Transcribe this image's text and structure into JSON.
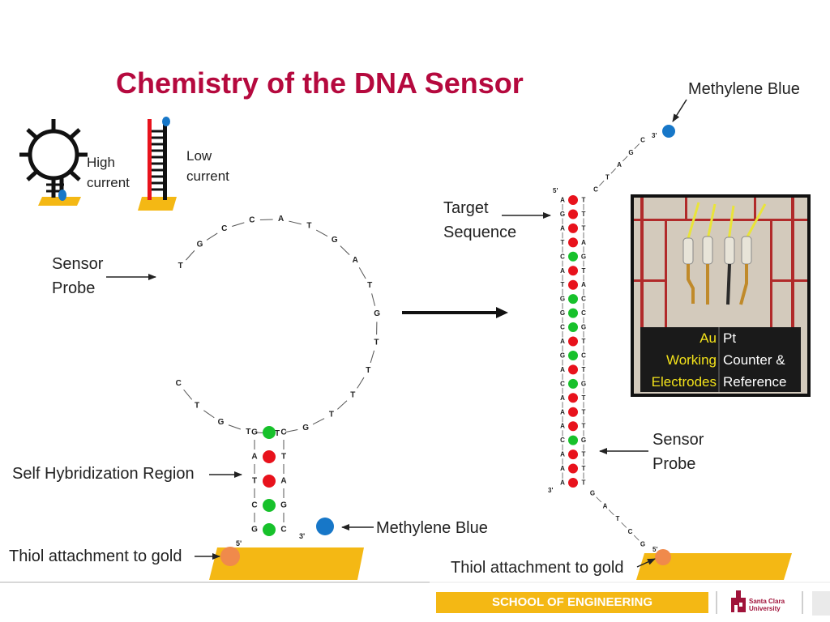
{
  "title": "Chemistry of the DNA Sensor",
  "legend": {
    "high_line1": "High",
    "high_line2": "current",
    "low_line1": "Low",
    "low_line2": "current"
  },
  "labels": {
    "sensor_probe_left_1": "Sensor",
    "sensor_probe_left_2": "Probe",
    "self_hybridization": "Self Hybridization Region",
    "thiol_left": "Thiol attachment to gold",
    "methylene_blue_bottom": "Methylene Blue",
    "methylene_blue_top": "Methylene Blue",
    "target_1": "Target",
    "target_2": "Sequence",
    "sensor_probe_right_1": "Sensor",
    "sensor_probe_right_2": "Probe",
    "thiol_right": "Thiol attachment to gold"
  },
  "photo": {
    "au_1": "Au",
    "au_2": "Working",
    "au_3": "Electrodes",
    "pt_1": "Pt",
    "pt_2": "Counter &",
    "pt_3": "Reference"
  },
  "footer": {
    "school": "SCHOOL OF ENGINEERING",
    "univ_1": "Santa Clara",
    "univ_2": "University"
  },
  "strand_ends": {
    "five_prime": "5'",
    "three_prime": "3'"
  },
  "loop_bases": [
    "T",
    "G",
    "C",
    "C",
    "A",
    "T",
    "G",
    "A",
    "T",
    "G",
    "T",
    "T",
    "T",
    "T",
    "G",
    "T",
    "T",
    "G",
    "T",
    "C"
  ],
  "stem": [
    [
      "G",
      "C"
    ],
    [
      "A",
      "T"
    ],
    [
      "T",
      "A"
    ],
    [
      "C",
      "G"
    ],
    [
      "G",
      "C"
    ]
  ],
  "duplex": [
    [
      "A",
      "T"
    ],
    [
      "G",
      "T"
    ],
    [
      "A",
      "T"
    ],
    [
      "T",
      "A"
    ],
    [
      "C",
      "G"
    ],
    [
      "A",
      "T"
    ],
    [
      "T",
      "A"
    ],
    [
      "G",
      "C"
    ],
    [
      "G",
      "C"
    ],
    [
      "C",
      "G"
    ],
    [
      "A",
      "T"
    ],
    [
      "G",
      "C"
    ],
    [
      "A",
      "T"
    ],
    [
      "C",
      "G"
    ],
    [
      "A",
      "T"
    ],
    [
      "A",
      "T"
    ],
    [
      "A",
      "T"
    ],
    [
      "C",
      "G"
    ],
    [
      "A",
      "T"
    ],
    [
      "A",
      "T"
    ],
    [
      "A",
      "T"
    ]
  ],
  "tail_top": [
    "C",
    "T",
    "A",
    "G",
    "C"
  ],
  "tail_bottom": [
    "G",
    "A",
    "T",
    "C",
    "G"
  ],
  "colors": {
    "title": "#b5093e",
    "gold": "#f4b814",
    "methylene_blue": "#1777c8",
    "thiol": "#f08a4b",
    "pair_red": "#e8121c",
    "pair_green": "#17c12b",
    "photo_label_yellow": "#f3e21a"
  }
}
